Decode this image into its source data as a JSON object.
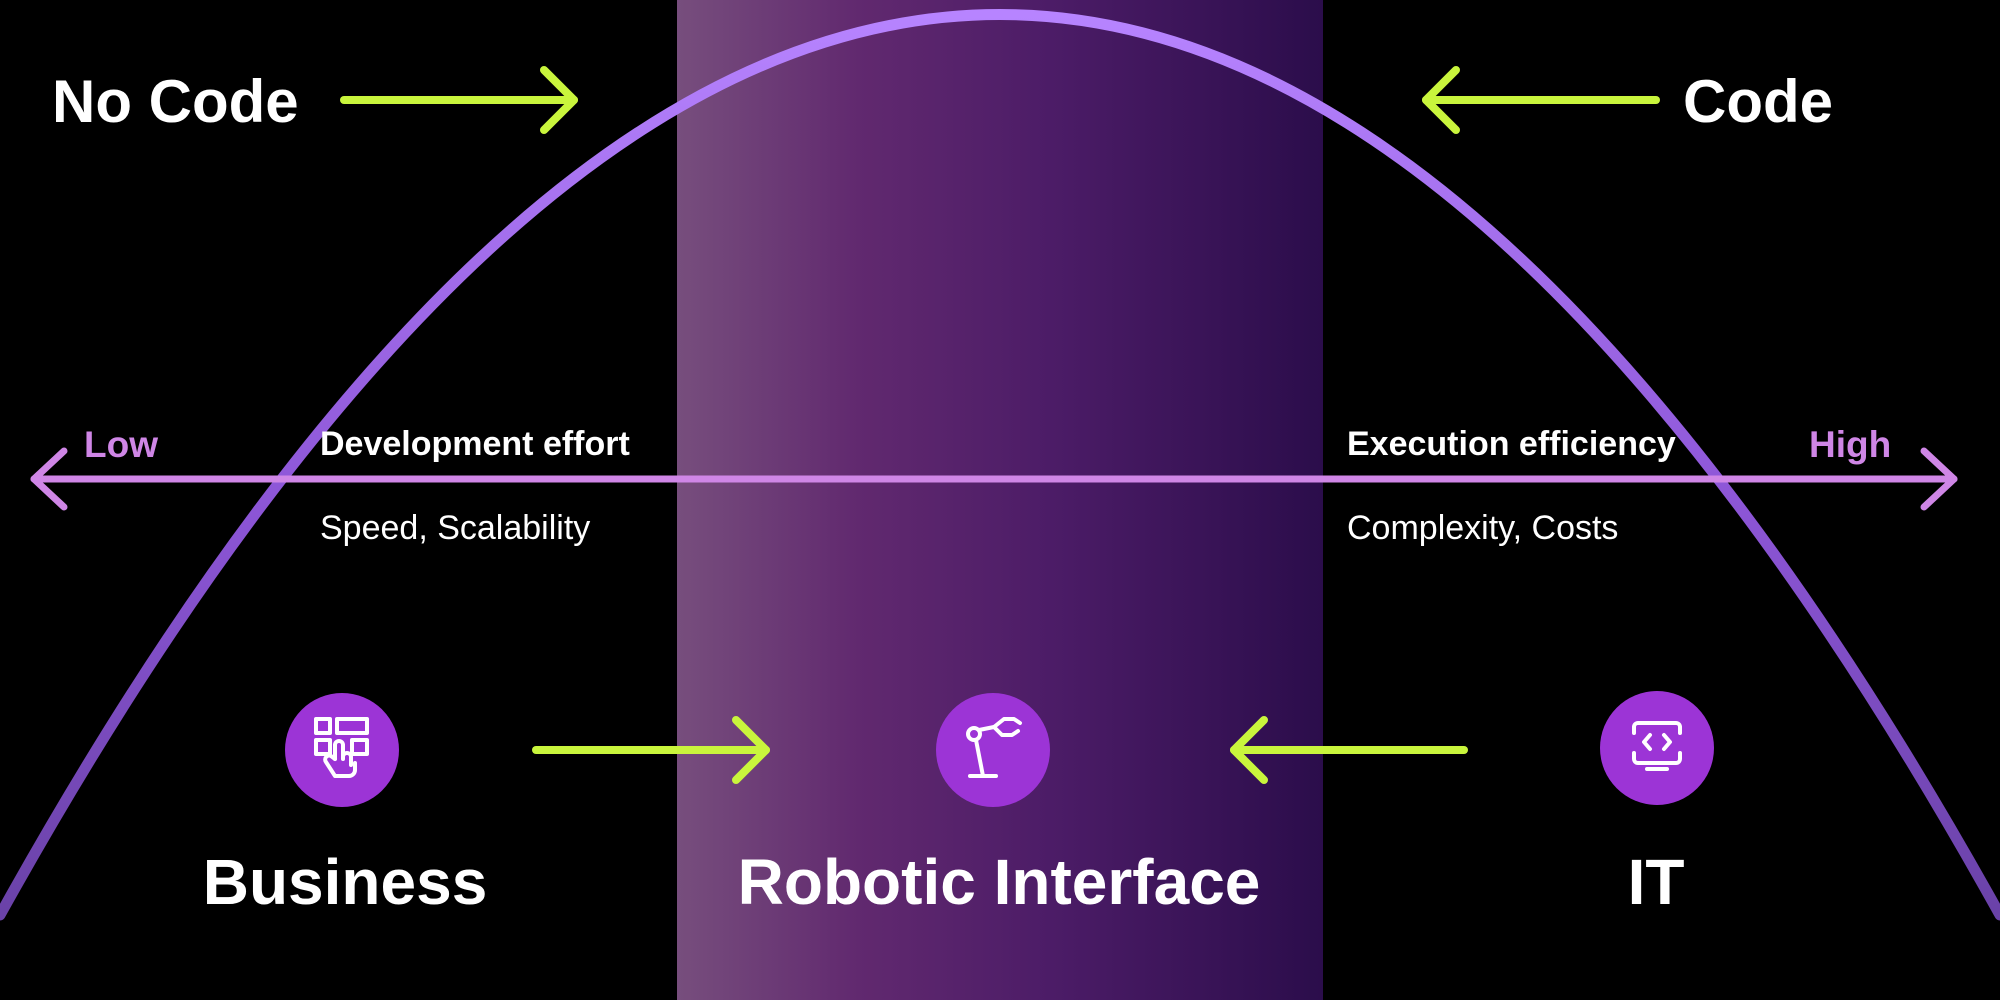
{
  "colors": {
    "background": "#000000",
    "curve": "#a677f0",
    "axis": "#cf86e6",
    "arrow": "#c9f53c",
    "icon_circle": "#9c34d6",
    "text": "#ffffff"
  },
  "top": {
    "left_label": "No Code",
    "right_label": "Code"
  },
  "axis": {
    "low_label": "Low",
    "high_label": "High",
    "left": {
      "title": "Development effort",
      "subtitle": "Speed, Scalability"
    },
    "right": {
      "title": "Execution efficiency",
      "subtitle": "Complexity, Costs"
    }
  },
  "nodes": [
    {
      "label": "Business",
      "icon": "touch-grid-icon"
    },
    {
      "label": "Robotic Interface",
      "icon": "robotic-arm-icon"
    },
    {
      "label": "IT",
      "icon": "code-monitor-icon"
    }
  ]
}
